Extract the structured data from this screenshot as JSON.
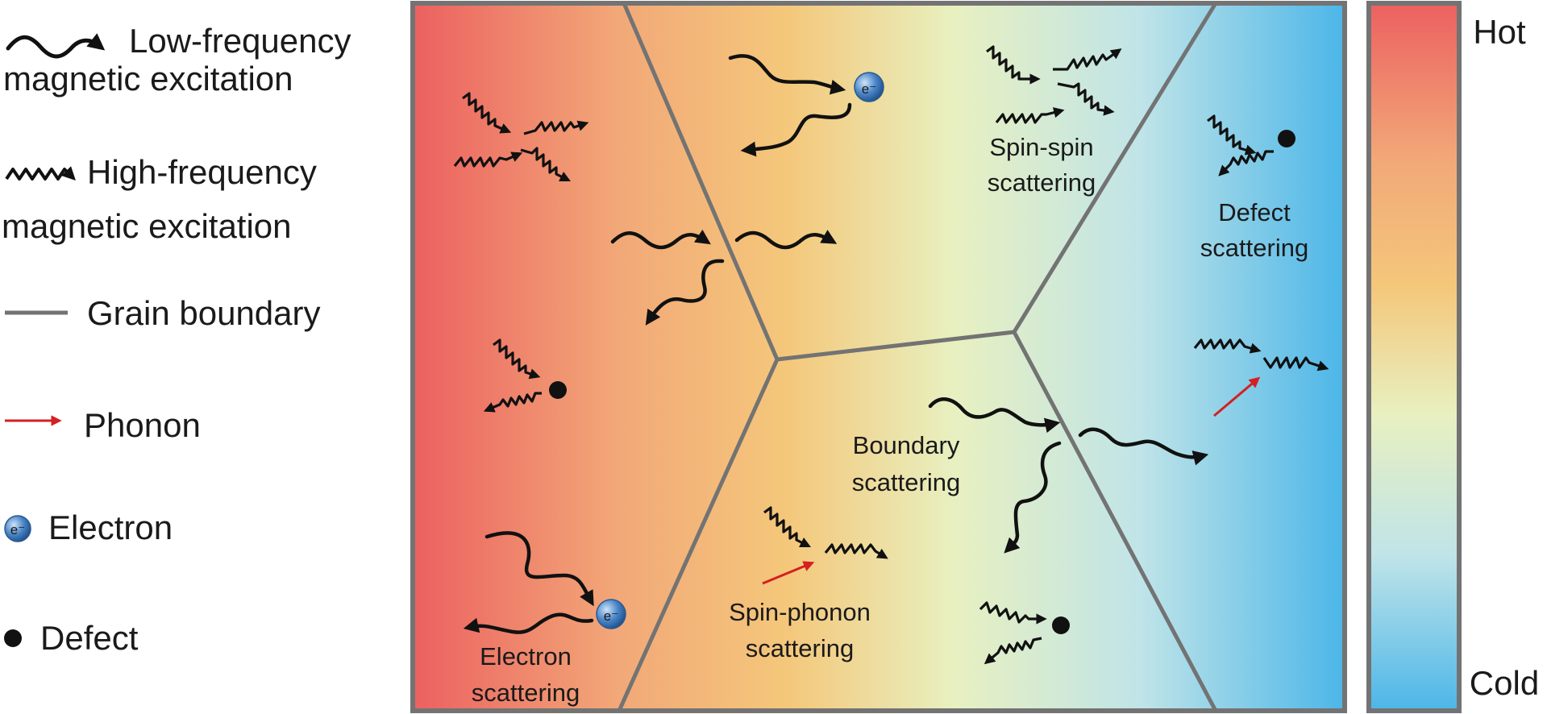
{
  "legend": {
    "low_freq": [
      "Low-frequency",
      "magnetic excitation"
    ],
    "high_freq": [
      "High-frequency",
      "magnetic excitation"
    ],
    "grain_boundary": "Grain boundary",
    "phonon": "Phonon",
    "electron": "Electron",
    "defect": "Defect"
  },
  "scene": {
    "spin_spin": [
      "Spin-spin",
      "scattering"
    ],
    "defect": [
      "Defect",
      "scattering"
    ],
    "boundary": [
      "Boundary",
      "scattering"
    ],
    "spin_phonon": [
      "Spin-phonon",
      "scattering"
    ],
    "electron": [
      "Electron",
      "scattering"
    ],
    "electron_symbol": "e⁻"
  },
  "scale": {
    "hot": "Hot",
    "cold": "Cold"
  },
  "colors": {
    "hot": "#ec6060",
    "warm": "#f2a878",
    "mid_warm": "#f4c77a",
    "neutral": "#e8f0c0",
    "cool": "#c0e4e8",
    "cold": "#4cb6e8",
    "boundary": "#737373",
    "phonon": "#d42020",
    "excitation": "#111111",
    "electron": "#4a86c8"
  }
}
